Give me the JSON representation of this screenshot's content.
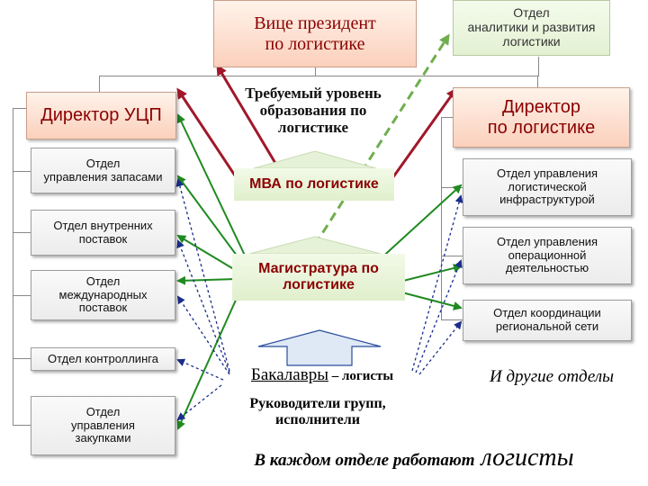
{
  "vp": {
    "text": "Вице президент\nпо логистике"
  },
  "analytics": {
    "text": "Отдел\nаналитики и развития\nлогистики"
  },
  "ucp": {
    "text": "Директор УЦП"
  },
  "log_director": {
    "text": "Директор\nпо логистике"
  },
  "education_title": {
    "text": "Требуемый уровень\nобразования по\nлогистике"
  },
  "mba": {
    "text": "МВА по логистике"
  },
  "masters": {
    "text": "Магистратура по\nлогистике"
  },
  "bachelors": {
    "text": "Бакалавры",
    "suffix": " – логисты"
  },
  "group_leaders": {
    "text": "Руководители групп,\nисполнители"
  },
  "left_depts": [
    {
      "text": "Отдел\nуправления запасами"
    },
    {
      "text": "Отдел внутренних\nпоставок"
    },
    {
      "text": "Отдел\nмеждународных\nпоставок"
    },
    {
      "text": "Отдел  контроллинга"
    },
    {
      "text": "Отдел\nуправления\nзакупками"
    }
  ],
  "right_depts": [
    {
      "text": "Отдел управления\nлогистической\nинфраструктурой"
    },
    {
      "text": "Отдел управления\nоперационной\nдеятельностью"
    },
    {
      "text": "Отдел координации\nрегиональной сети"
    }
  ],
  "other_depts": {
    "text": "И другие отделы"
  },
  "footer": {
    "text": "В каждом отделе работают",
    "emph": " логисты"
  },
  "colors": {
    "green_arrow": "#1f8a1f",
    "red_arrow": "#a0182a",
    "blue_dashed": "#1a2d8c",
    "pink_text": "#8b0000"
  }
}
